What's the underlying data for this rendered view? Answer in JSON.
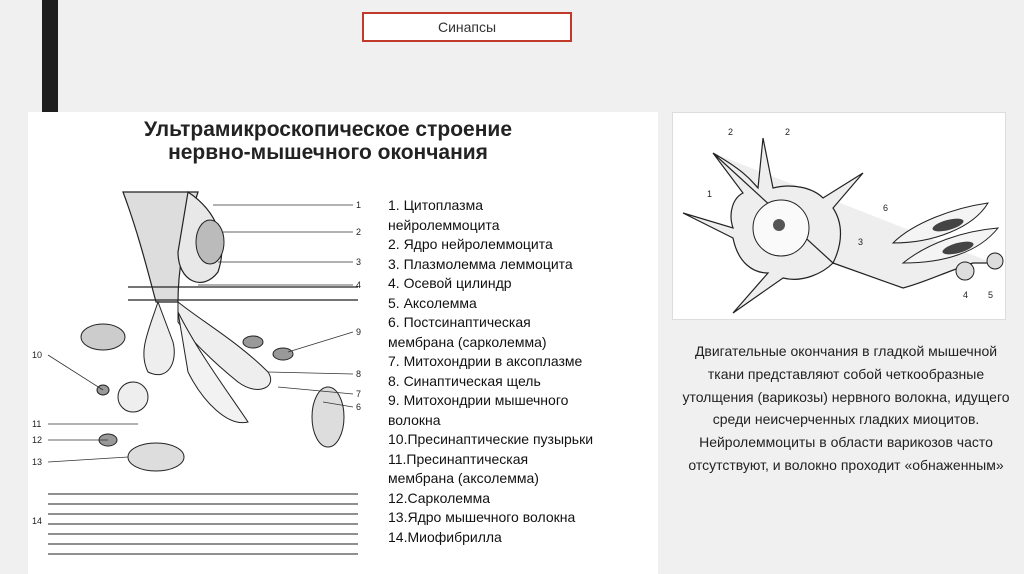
{
  "slide_title": "Синапсы",
  "diagram": {
    "title_line1": "Ультрамикроскопическое строение",
    "title_line2": "нервно-мышечного окончания",
    "left_labels": [
      "10",
      "11",
      "12",
      "13",
      "14"
    ],
    "right_labels": [
      "1",
      "2",
      "3",
      "4",
      "9",
      "8",
      "7",
      "6"
    ]
  },
  "legend": [
    "1. Цитоплазма\n    нейролеммоцита",
    "2. Ядро нейролеммоцита",
    "3. Плазмолемма леммоцита",
    "4. Осевой цилиндр",
    "5. Аксолемма",
    "6. Постсинаптическая\n    мембрана (сарколемма)",
    "7. Митохондрии в аксоплазме",
    "8. Синаптическая щель",
    "9. Митохондрии мышечного\n    волокна",
    "10.Пресинаптические пузырьки",
    "11.Пресинаптическая\n    мембрана (аксолемма)",
    "12.Сарколемма",
    "13.Ядро мышечного волокна",
    "14.Миофибрилла"
  ],
  "neuron_figure": {
    "labels": [
      "2",
      "2",
      "1",
      "6",
      "3",
      "4",
      "5"
    ]
  },
  "description": "Двигательные окончания в гладкой мышечной ткани представляют собой четкообразные утолщения (варикозы) нервного волокна, идущего среди неисчерченных гладких миоцитов. Нейролеммоциты в области варикозов часто отсутствуют, и волокно проходит «обнаженным»"
}
